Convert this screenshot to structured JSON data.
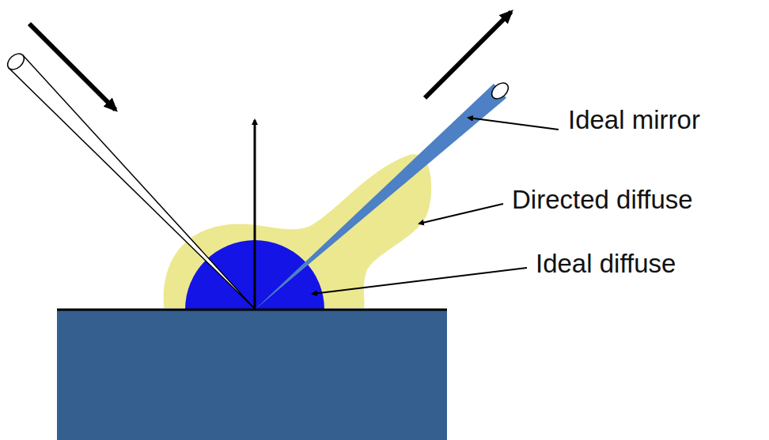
{
  "diagram": {
    "labels": [
      "Ideal mirror",
      "Directed diffuse",
      "Ideal diffuse"
    ]
  }
}
